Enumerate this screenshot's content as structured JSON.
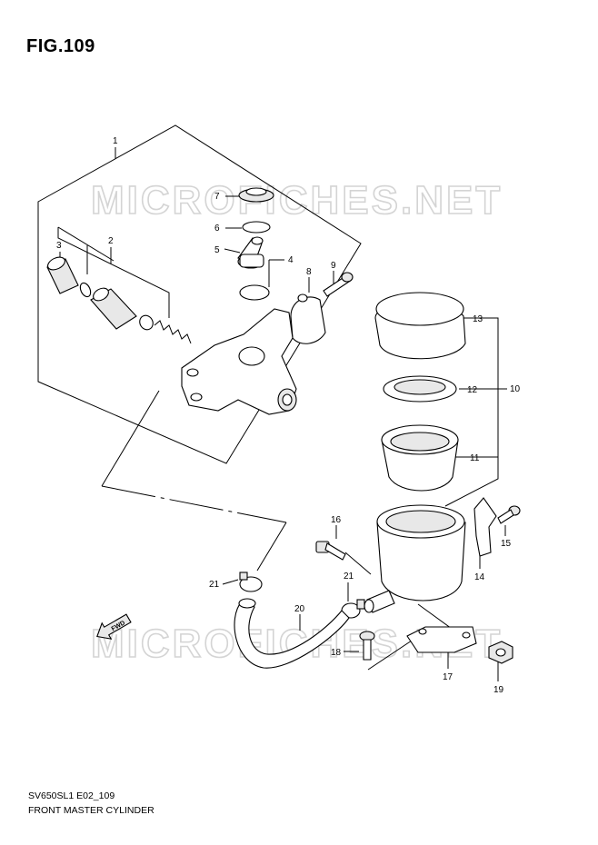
{
  "figure": {
    "title": "FIG.109",
    "code": "SV650SL1 E02_109",
    "name": "FRONT MASTER CYLINDER"
  },
  "watermark": {
    "text": "MICROFICHES.NET"
  },
  "direction_badge": {
    "text": "FWD"
  },
  "callouts": {
    "c1": "1",
    "c2": "2",
    "c3": "3",
    "c4": "4",
    "c5": "5",
    "c6": "6",
    "c7": "7",
    "c8": "8",
    "c9": "9",
    "c10": "10",
    "c11": "11",
    "c12": "12",
    "c13": "13",
    "c14": "14",
    "c15": "15",
    "c16": "16",
    "c17": "17",
    "c18": "18",
    "c19": "19",
    "c20": "20",
    "c21a": "21",
    "c21b": "21"
  },
  "colors": {
    "line": "#000000",
    "watermark": "#d4d4d4",
    "background": "#ffffff"
  }
}
